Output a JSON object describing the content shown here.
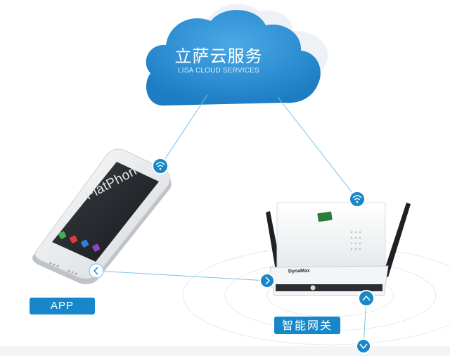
{
  "cloud": {
    "title": "立萨云服务",
    "subtitle": "LISA CLOUD SERVICES"
  },
  "phone": {
    "brand": "FlatPhone"
  },
  "gateway": {
    "device_label": "DynaMax"
  },
  "labels": {
    "app": "APP",
    "gateway": "智能网关"
  },
  "icons": {
    "phone_wifi": "wifi-icon",
    "gateway_wifi": "wifi-icon",
    "phone_link": "chevron-left-icon",
    "gateway_link": "chevron-right-icon",
    "gateway_up": "chevron-up-icon",
    "gateway_down": "chevron-down-icon"
  },
  "colors": {
    "accent": "#1787c9",
    "cloud": "#2b8fd3",
    "line": "#7cc0ea"
  }
}
